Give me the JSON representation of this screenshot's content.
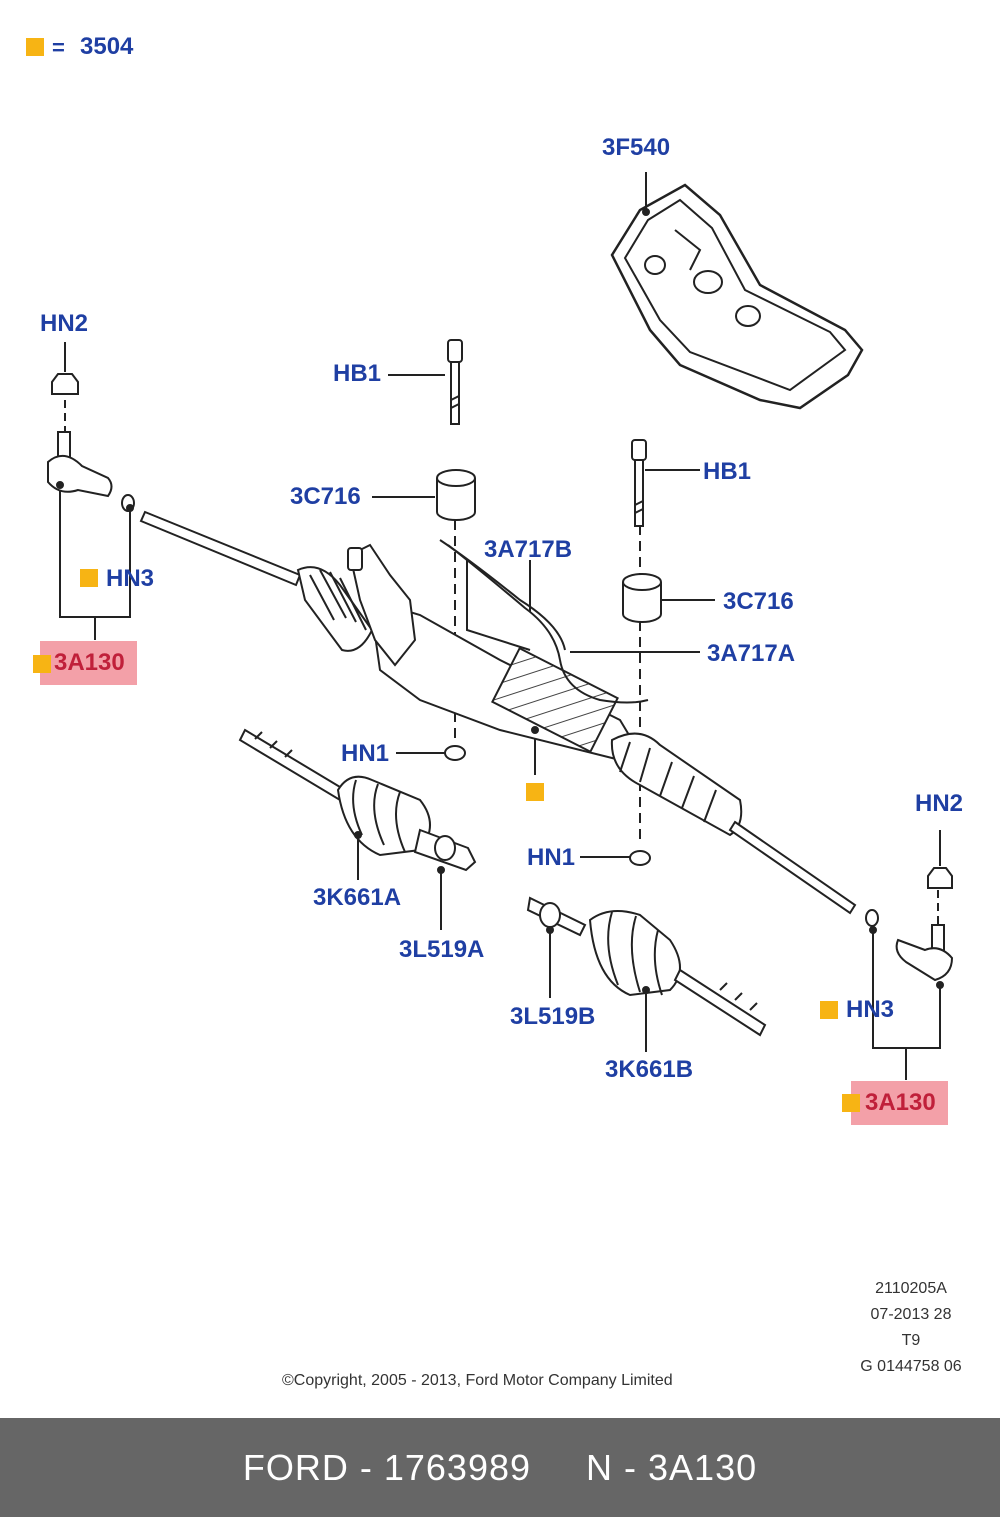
{
  "legend": {
    "equals": "=",
    "code": "3504"
  },
  "labels": {
    "3F540": "3F540",
    "HN2_left": "HN2",
    "HB1_top": "HB1",
    "3C716_left": "3C716",
    "3A717B": "3A717B",
    "HB1_right": "HB1",
    "HN3_left": "HN3",
    "3A130_left": "3A130",
    "3C716_right": "3C716",
    "3A717A": "3A717A",
    "HN1_left": "HN1",
    "HN2_right": "HN2",
    "3K661A": "3K661A",
    "HN1_bottom": "HN1",
    "3L519A": "3L519A",
    "HN3_right": "HN3",
    "3L519B": "3L519B",
    "3K661B": "3K661B",
    "3A130_right": "3A130"
  },
  "meta": {
    "line1": "2110205A",
    "line2": "07-2013 28",
    "line3": "T9",
    "line4": "G 0144758 06",
    "copyright": "©Copyright, 2005 - 2013, Ford Motor Company Limited"
  },
  "footer": {
    "brand_part": "FORD - 1763989",
    "code_part": "N - 3A130"
  },
  "colors": {
    "label": "#1f3fa3",
    "highlight_bg": "#f3a0a8",
    "highlight_text": "#c0203a",
    "marker": "#f7b414",
    "footer_bg": "#666666"
  }
}
